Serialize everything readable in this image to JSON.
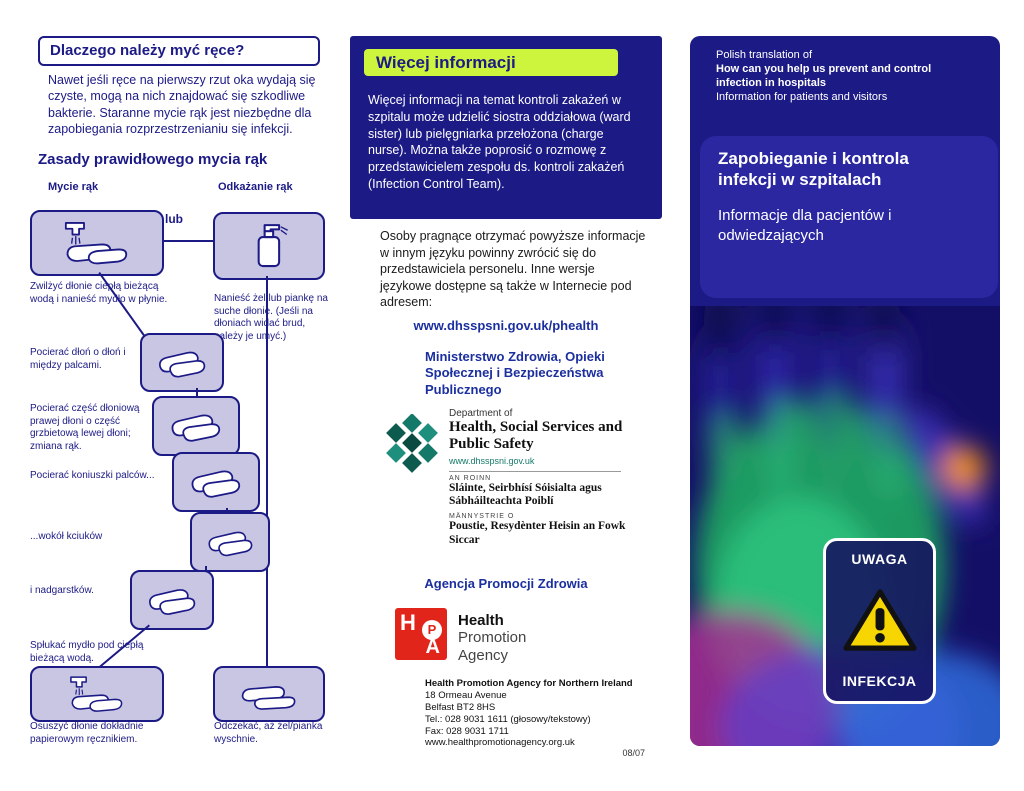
{
  "left_panel": {
    "title": "Dlaczego należy myć ręce?",
    "intro": "Nawet jeśli ręce na pierwszy rzut oka wydają się czyste, mogą na nich znajdować się szkodliwe bakterie. Staranne mycie rąk jest niezbędne dla zapobiegania rozprzestrzenianiu się infekcji.",
    "subtitle": "Zasady prawidłowego mycia rąk",
    "col_left": "Mycie rąk",
    "col_right": "Odkażanie rąk",
    "or_label": "lub",
    "steps": {
      "wet": "Zwilżyć dłonie ciepłą bieżącą wodą i nanieść mydło w płynie.",
      "gel": "Nanieść żel lub piankę na suche dłonie. (Jeśli na dłoniach widać brud, należy je umyć.)",
      "rub1": "Pocierać dłoń o dłoń i między palcami.",
      "rub2": "Pocierać część dłoniową prawej dłoni o część grzbietową lewej dłoni; zmiana rąk.",
      "tips": "Pocierać koniuszki palców...",
      "thumbs": "...wokół kciuków",
      "wrists": "i nadgarstków.",
      "rinse": "Spłukać mydło pod ciepłą bieżącą wodą.",
      "dry": "Osuszyć dłonie dokładnie papierowym ręcznikiem.",
      "wait": "Odczekać, aż żel/pianka wyschnie."
    }
  },
  "middle_panel": {
    "info_title": "Więcej informacji",
    "info_text": "Więcej informacji na temat kontroli zakażeń w szpitalu może udzielić siostra oddziałowa (ward sister) lub pielęgniarka przełożona (charge nurse). Można także poprosić o rozmowę z przedstawicielem zespołu ds. kontroli zakażeń (Infection Control Team).",
    "other_lang": "Osoby pragnące otrzymać powyższe informacje w innym języku powinny zwrócić się do przedstawiciela personelu. Inne wersje językowe dostępne są także w Internecie pod adresem:",
    "url": "www.dhsspsni.gov.uk/phealth",
    "ministry": "Ministerstwo Zdrowia, Opieki Społecznej i Bezpieczeństwa Publicznego",
    "dhssps_logo": {
      "dept": "Department of",
      "name": "Health, Social Services and Public Safety",
      "url": "www.dhsspsni.gov.uk",
      "irish_label": "AN ROINN",
      "irish": "Sláinte, Seirbhísí Sóisialta agus Sábháilteachta Poiblí",
      "ulster_label": "MÄNNYSTRIE O",
      "ulster": "Poustie, Resydènter Heisin an Fowk Siccar"
    },
    "agency_heading": "Agencja Promocji Zdrowia",
    "hpa_logo": {
      "h": "H",
      "p": "P",
      "a": "A",
      "line1": "Health",
      "line2": "Promotion",
      "line3": "Agency"
    },
    "address": [
      "Health Promotion Agency for Northern Ireland",
      "18 Ormeau Avenue",
      "Belfast BT2 8HS",
      "Tel.: 028 9031 1611 (głosowy/tekstowy)",
      "Fax: 028 9031 1711",
      "www.healthpromotionagency.org.uk"
    ],
    "date_code": "08/07"
  },
  "right_panel": {
    "translation_note": "Polish translation of",
    "english_title": "How can you help us prevent and control infection in hospitals",
    "english_subtitle": "Information for patients and visitors",
    "title": "Zapobieganie i kontrola infekcji w szpitalach",
    "subtitle": "Informacje dla pacjentów i odwiedzających",
    "warning_top": "UWAGA",
    "warning_bottom": "INFEKCJA"
  },
  "colors": {
    "navy": "#1c1a85",
    "highlight_green": "#cdf53e",
    "step_box_fill": "#c9c6e4",
    "warning_yellow": "#f6d500",
    "hpa_red": "#e1251b",
    "dhssps_teal": "#15796a"
  }
}
